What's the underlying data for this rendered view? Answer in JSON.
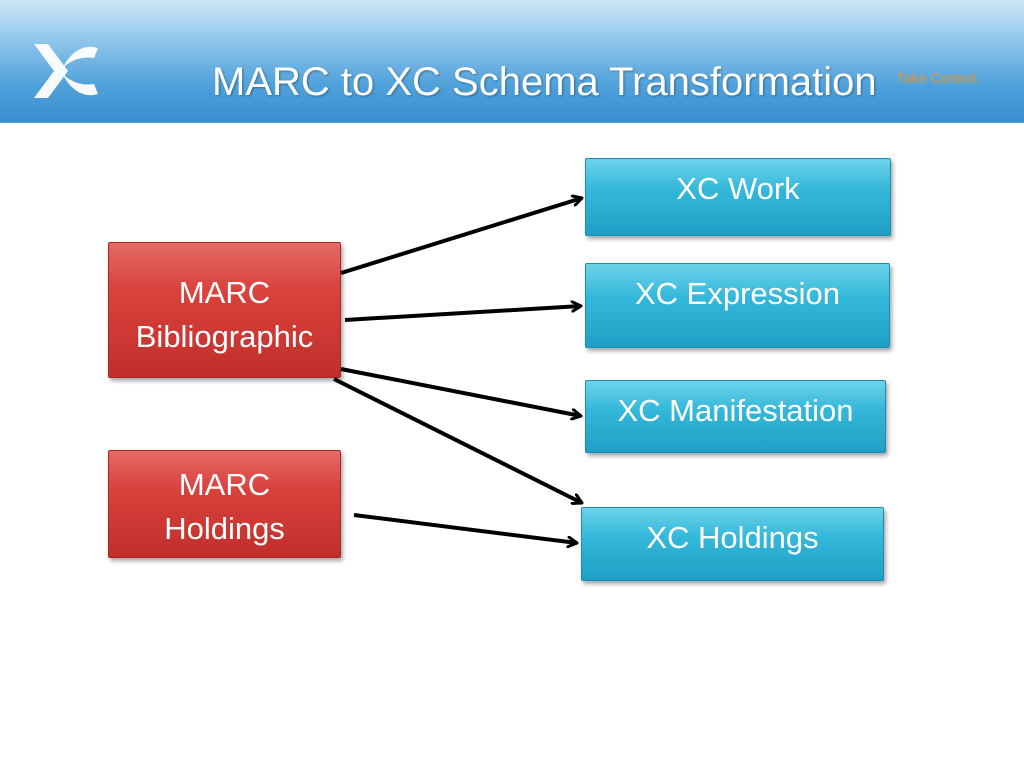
{
  "header": {
    "title": "MARC to XC Schema Transformation",
    "tagline": "Take Control.",
    "logo_icon": "xc-logo-icon",
    "colors": {
      "title": "#ffffff",
      "tagline": "#e3962d",
      "band": "#4fa1db"
    }
  },
  "diagram": {
    "sources": [
      {
        "id": "marc_bib",
        "label_line1": "MARC",
        "label_line2": "Bibliographic",
        "color": "#d9423d"
      },
      {
        "id": "marc_hold",
        "label_line1": "MARC",
        "label_line2": "Holdings",
        "color": "#d9423d"
      }
    ],
    "targets": [
      {
        "id": "xc_work",
        "label": "XC Work",
        "color": "#34b8da"
      },
      {
        "id": "xc_expression",
        "label": "XC Expression",
        "color": "#34b8da"
      },
      {
        "id": "xc_manifestation",
        "label": "XC Manifestation",
        "color": "#34b8da"
      },
      {
        "id": "xc_holdings",
        "label": "XC Holdings",
        "color": "#34b8da"
      }
    ],
    "edges": [
      {
        "from": "marc_bib",
        "to": "xc_work"
      },
      {
        "from": "marc_bib",
        "to": "xc_expression"
      },
      {
        "from": "marc_bib",
        "to": "xc_manifestation"
      },
      {
        "from": "marc_bib",
        "to": "xc_holdings"
      },
      {
        "from": "marc_hold",
        "to": "xc_holdings"
      }
    ]
  }
}
